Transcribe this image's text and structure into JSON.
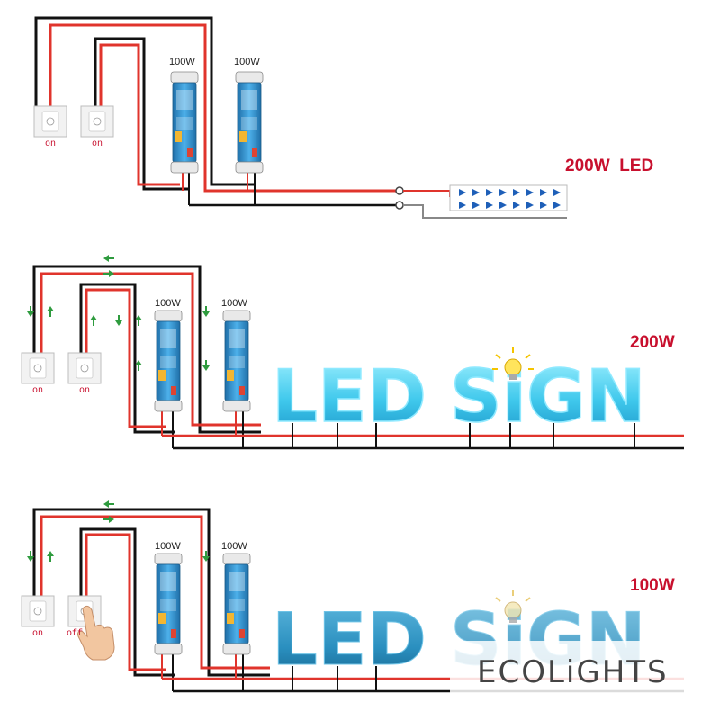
{
  "diagram_1": {
    "driver_labels": [
      "100W",
      "100W"
    ],
    "switch_labels": [
      "on",
      "on"
    ],
    "load_label": "200W  LED"
  },
  "diagram_2": {
    "driver_labels": [
      "100W",
      "100W"
    ],
    "switch_labels": [
      "on",
      "on"
    ],
    "power_label": "200W",
    "sign_text_1": "LED",
    "sign_text_2": "SiGN"
  },
  "diagram_3": {
    "driver_labels": [
      "100W",
      "100W"
    ],
    "switch_labels": [
      "on",
      "off"
    ],
    "power_label": "100W",
    "sign_text_1": "LED",
    "sign_text_2": "SiGN"
  },
  "watermark": "ECOLiGHTS",
  "colors": {
    "live_wire": "#e0342c",
    "neutral_wire": "#111111",
    "arrow": "#2e9b3e",
    "driver": "#2f8fcf",
    "sign_full": "#52d0ef",
    "sign_half": "#2a8fbf",
    "label_red": "#c8102e"
  },
  "icons": [
    "wall-switch-icon",
    "led-driver-icon",
    "led-strip-icon",
    "light-bulb-icon",
    "hand-pointer-icon"
  ]
}
